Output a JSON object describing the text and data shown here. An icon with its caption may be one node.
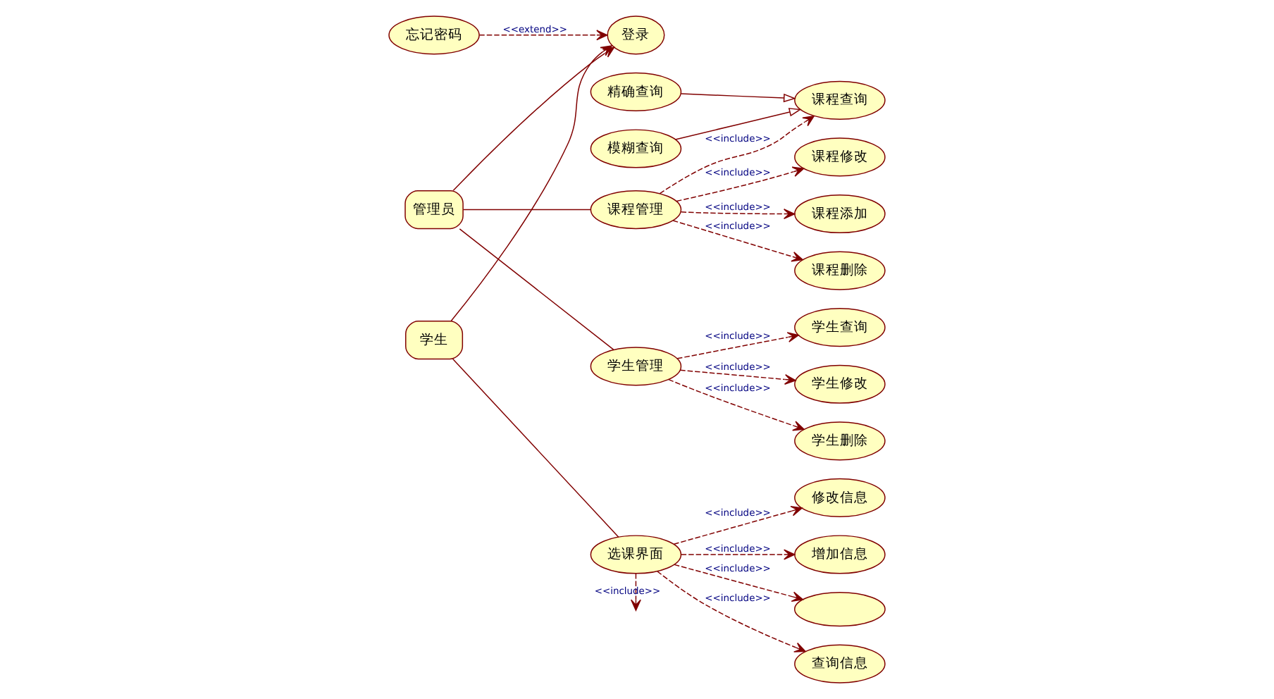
{
  "diagram": {
    "nodes": [
      {
        "text": [
          "忘记密码"
        ]
      },
      {
        "text": [
          "课程管理"
        ]
      },
      {
        "text": [
          "课程查询"
        ]
      },
      {
        "text": [
          "精确查询"
        ]
      },
      {
        "text": [
          "模糊查询"
        ]
      },
      {
        "text": [
          "管理员"
        ]
      },
      {
        "text": [
          "课程修改"
        ]
      },
      {
        "text": [
          "课程添加"
        ]
      },
      {
        "text": [
          "课程删除"
        ]
      },
      {
        "text": [
          "登录"
        ]
      },
      {
        "text": [
          "学生查询"
        ]
      },
      {
        "text": [
          "学生管理"
        ]
      },
      {
        "text": [
          "学生修改"
        ]
      },
      {
        "text": [
          "学生删除"
        ]
      },
      {
        "text": [
          "学生"
        ]
      },
      {
        "text": [
          "查询信息"
        ]
      },
      {
        "text": [
          "修改信息"
        ]
      },
      {
        "text": [
          "选课界面"
        ]
      },
      {
        "text": [
          "增加信息"
        ]
      },
      {
        "text": [],
        "shape": "ellipse"
      }
    ],
    "edges": [
      {
        "from": 0,
        "to": 9,
        "arrow": "to",
        "style": "dashed",
        "label": "<<extend>>"
      },
      {
        "from": 5,
        "to": 9,
        "arrow": "to"
      },
      {
        "from": 14,
        "to": 9,
        "arrow": "to"
      },
      {
        "from": 5,
        "to": 1,
        "arrow": "none"
      },
      {
        "from": 5,
        "to": 11,
        "arrow": "none"
      },
      {
        "from": 1,
        "to": 2,
        "arrow": "to",
        "style": "dashed",
        "label": "<<include>>"
      },
      {
        "from": 1,
        "to": 6,
        "arrow": "to",
        "style": "dashed",
        "label": "<<include>>"
      },
      {
        "from": 1,
        "to": 8,
        "arrow": "to",
        "style": "dashed",
        "label": "<<include>>"
      },
      {
        "from": 1,
        "to": 7,
        "arrow": "to",
        "style": "dashed",
        "label": "<<include>>"
      },
      {
        "from": 3,
        "to": 2,
        "arrow": "to"
      },
      {
        "from": 4,
        "to": 2,
        "arrow": "to"
      },
      {
        "from": 11,
        "to": 10,
        "arrow": "to",
        "style": "dashed",
        "label": "<<include>>"
      },
      {
        "from": 11,
        "to": 12,
        "arrow": "to",
        "style": "dashed",
        "label": "<<include>>"
      },
      {
        "from": 11,
        "to": 13,
        "arrow": "to",
        "style": "dashed",
        "label": "<<include>>"
      },
      {
        "from": 14,
        "to": 17,
        "arrow": "none"
      },
      {
        "from": 17,
        "to": 15,
        "arrow": "to",
        "style": "dashed",
        "label": "<<include>>"
      },
      {
        "from": 17,
        "to": 16,
        "arrow": "to",
        "style": "dashed",
        "label": "<<include>>"
      },
      {
        "from": 17,
        "to": 18,
        "arrow": "to",
        "style": "dashed",
        "label": "<<include>>"
      },
      {
        "from": 17,
        "to": 19,
        "arrow": "to",
        "style": "dashed",
        "label": "<<include>>"
      },
      {
        "from": 17,
        "to": null,
        "arrow": "to",
        "style": "dashed",
        "label": "<<include>>"
      }
    ]
  }
}
